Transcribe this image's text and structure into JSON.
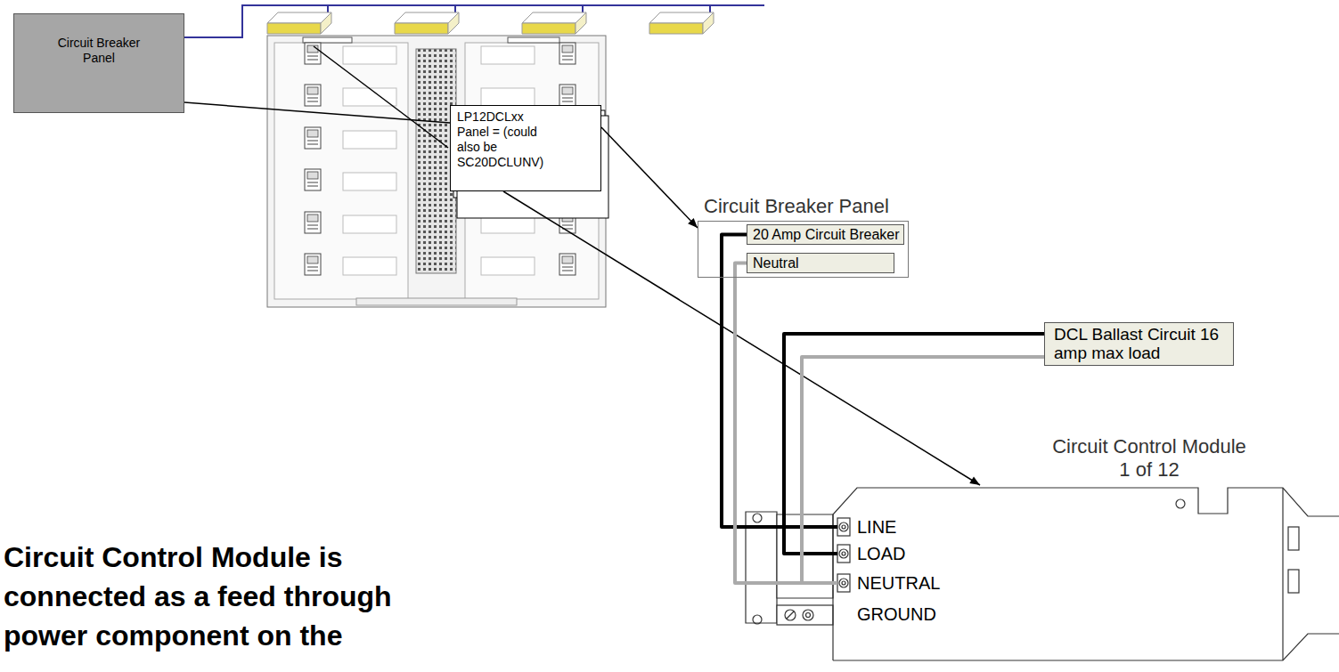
{
  "diagram": {
    "nodes": [
      {
        "text": [
          "Circuit Breaker Panel"
        ]
      },
      {
        "text": [
          "LP12DCLxx Panel = (could also be SC20DCLUNV)"
        ]
      },
      {
        "text": [
          "Circuit Breaker Panel"
        ]
      },
      {
        "text": [
          "20 Amp Circuit Breaker"
        ],
        "in": 2
      },
      {
        "text": [
          "Neutral"
        ],
        "in": 2
      },
      {
        "text": [
          "DCL Ballast Circuit 16 amp max load"
        ]
      },
      {
        "text": [
          "Circuit Control Module",
          "1 of 12"
        ]
      }
    ],
    "edges": [
      {
        "from": 0,
        "to": 1,
        "arrow": "none"
      },
      {
        "from": 1,
        "to": 2,
        "arrow": "to"
      },
      {
        "from": 1,
        "to": 6,
        "arrow": "to"
      },
      {
        "from": 3,
        "to": 6,
        "arrow": "none"
      },
      {
        "from": 4,
        "to": 6,
        "arrow": "none"
      },
      {
        "from": 5,
        "to": 6,
        "arrow": "none"
      },
      {
        "from": 5,
        "to": 6,
        "arrow": "none"
      }
    ],
    "labels": [
      "LINE",
      "LOAD",
      "NEUTRAL",
      "GROUND",
      "Circuit Control Module is connected as a feed through power component on the"
    ]
  }
}
